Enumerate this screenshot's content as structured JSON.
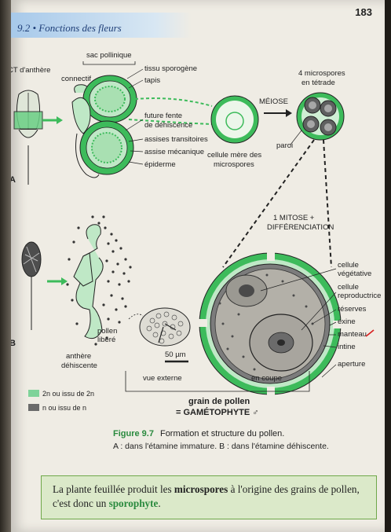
{
  "header": {
    "section_title": "9.2 • Fonctions des fleurs",
    "page_number": "183"
  },
  "figure": {
    "part_a": {
      "letter": "A",
      "labels": {
        "ct_anthere": "CT d'anthère",
        "connectif": "connectif",
        "sac_pollinique": "sac pollinique",
        "tissu_sporogene": "tissu sporogène",
        "tapis": "tapis",
        "fente": [
          "future fente",
          "de déhiscence"
        ],
        "assises_transitoires": "assises transitoires",
        "assise_mecanique": "assise mécanique",
        "epiderme": "épiderme",
        "cellule_mere": [
          "cellule mère des",
          "microspores"
        ],
        "meiose": "MÉIOSE",
        "tetrade": [
          "4 microspores",
          "en tétrade"
        ],
        "paroi": "paroi",
        "mitose": [
          "1 MITOSE +",
          "DIFFÉRENCIATION"
        ]
      }
    },
    "part_b": {
      "letter": "B",
      "labels": {
        "pollen_libere": [
          "pollen",
          "libéré"
        ],
        "anthere_dehiscente": [
          "anthère",
          "déhiscente"
        ],
        "scale": "50 µm",
        "vue_externe": "vue externe",
        "en_coupe": "en coupe",
        "grain_title": "grain de pollen",
        "gametophyte": "= GAMÉTOPHYTE ♂"
      }
    },
    "pollen_labels": {
      "cellule_vegetative": [
        "cellule",
        "végétative"
      ],
      "cellule_reproductrice": [
        "cellule",
        "reproductrice"
      ],
      "reserves": "réserves",
      "exine": "exine",
      "manteau": "manteau",
      "intine": "intine",
      "aperture": "aperture"
    },
    "legend": [
      {
        "label": "2n ou issu de 2n",
        "color": "#7fd39a"
      },
      {
        "label": "n ou issu de n",
        "color": "#6b6b6b"
      }
    ],
    "caption": {
      "number": "Figure 9.7",
      "title": "Formation et structure du pollen.",
      "sub_a": "A : dans l'étamine immature.",
      "sub_b": "B : dans l'étamine déhiscente."
    }
  },
  "callout": {
    "part1": "La plante feuillée produit les",
    "bold1": "microspores",
    "part2": "à l'origine des grains de pollen, c'est donc un",
    "bold2": "sporophyte",
    "part3": "."
  },
  "colors": {
    "green_tissue": "#3dbb5b",
    "light_green": "#bfe8c6",
    "haploid_grey": "#6b6b6b"
  }
}
